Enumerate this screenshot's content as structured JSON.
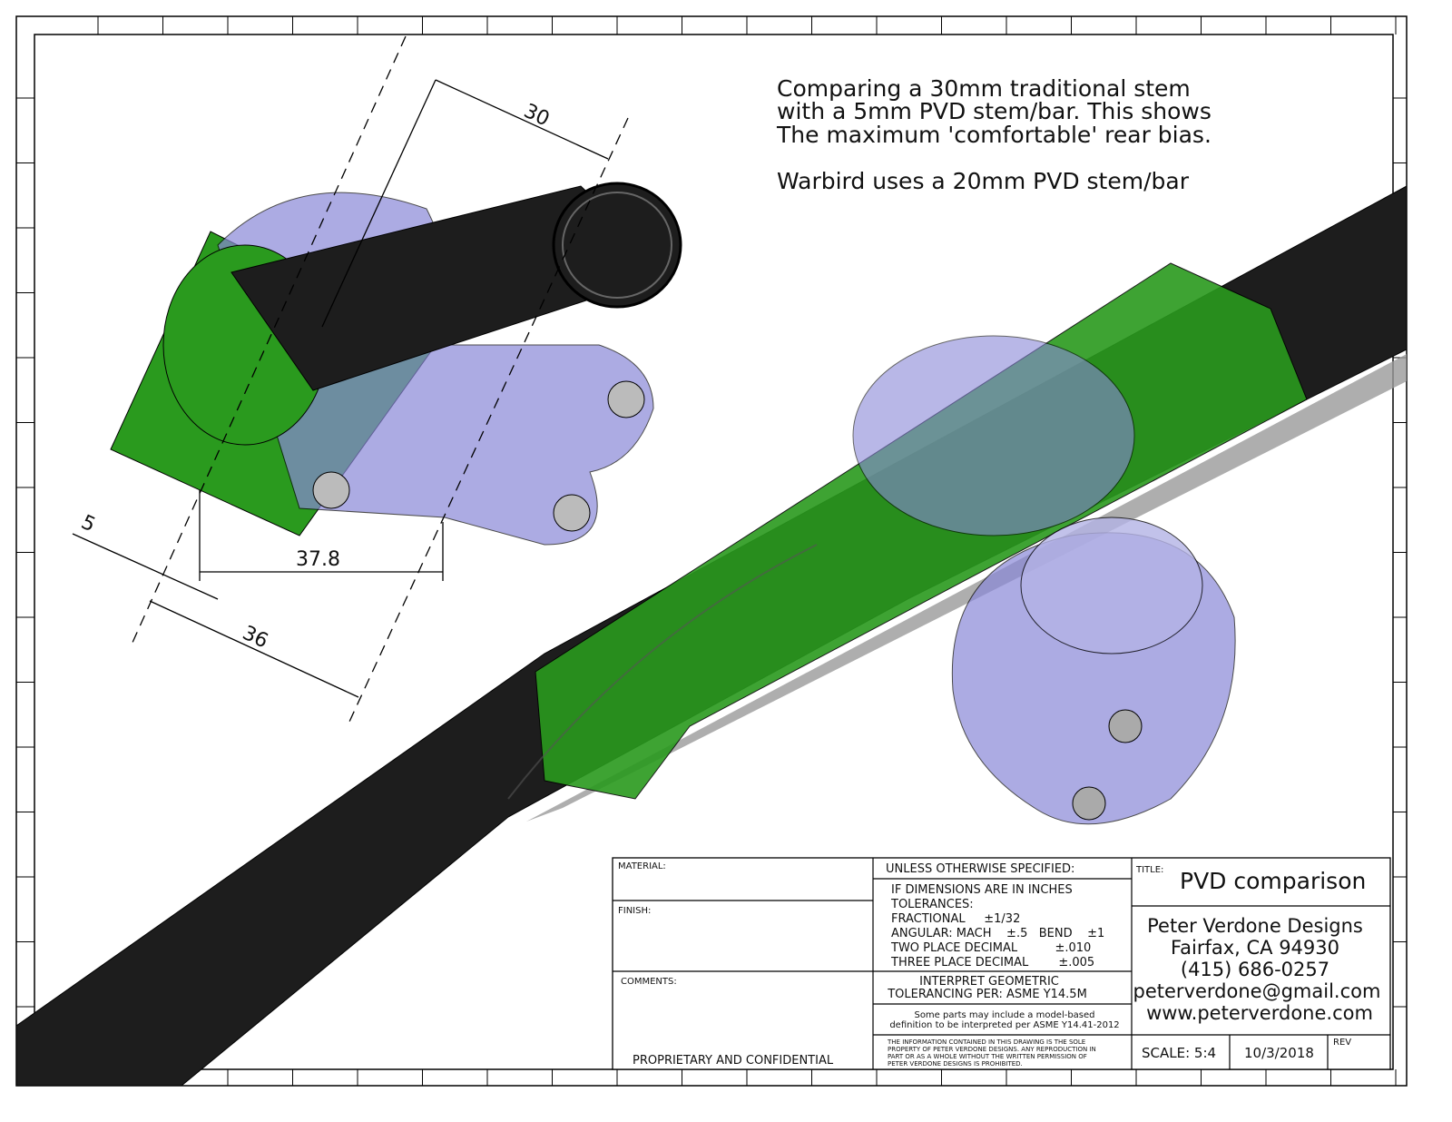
{
  "note": {
    "lines": [
      "Comparing a 30mm traditional stem",
      "with a 5mm PVD stem/bar. This shows",
      "The maximum 'comfortable' rear bias."
    ],
    "line2": "Warbird uses a 20mm PVD stem/bar"
  },
  "dimensions": {
    "d30": "30",
    "d5": "5",
    "d378": "37.8",
    "d36": "36"
  },
  "title_block": {
    "material_label": "MATERIAL:",
    "finish_label": "FINISH:",
    "comments_label": "COMMENTS:",
    "proprietary": "PROPRIETARY AND CONFIDENTIAL",
    "unless": "UNLESS OTHERWISE SPECIFIED:",
    "tol_lines": [
      "IF DIMENSIONS ARE IN INCHES",
      "TOLERANCES:",
      "FRACTIONAL     ±1/32",
      "ANGULAR: MACH    ±.5   BEND    ±1",
      "TWO PLACE DECIMAL          ±.010",
      "THREE PLACE DECIMAL        ±.005"
    ],
    "interpret": [
      "INTERPRET GEOMETRIC",
      "TOLERANCING PER: ASME Y14.5M"
    ],
    "mbd": [
      "Some parts may include a model-based",
      "definition to be interpreted per ASME Y14.41-2012"
    ],
    "legal": [
      "THE INFORMATION CONTAINED IN THIS DRAWING IS THE SOLE",
      "PROPERTY OF PETER VERDONE DESIGNS.  ANY REPRODUCTION IN",
      "PART OR AS A WHOLE WITHOUT THE WRITTEN PERMISSION OF",
      "PETER VERDONE DESIGNS IS PROHIBITED."
    ],
    "title_label": "TITLE:",
    "title": "PVD comparison",
    "company": [
      "Peter Verdone Designs",
      "Fairfax, CA 94930",
      "(415) 686-0257",
      "peterverdone@gmail.com",
      "www.peterverdone.com"
    ],
    "scale": "SCALE: 5:4",
    "date": "10/3/2018",
    "rev_label": "REV"
  },
  "colors": {
    "green": "#2a9a1e",
    "purple": "#8a88d8",
    "carbon": "#1c1c1c"
  }
}
